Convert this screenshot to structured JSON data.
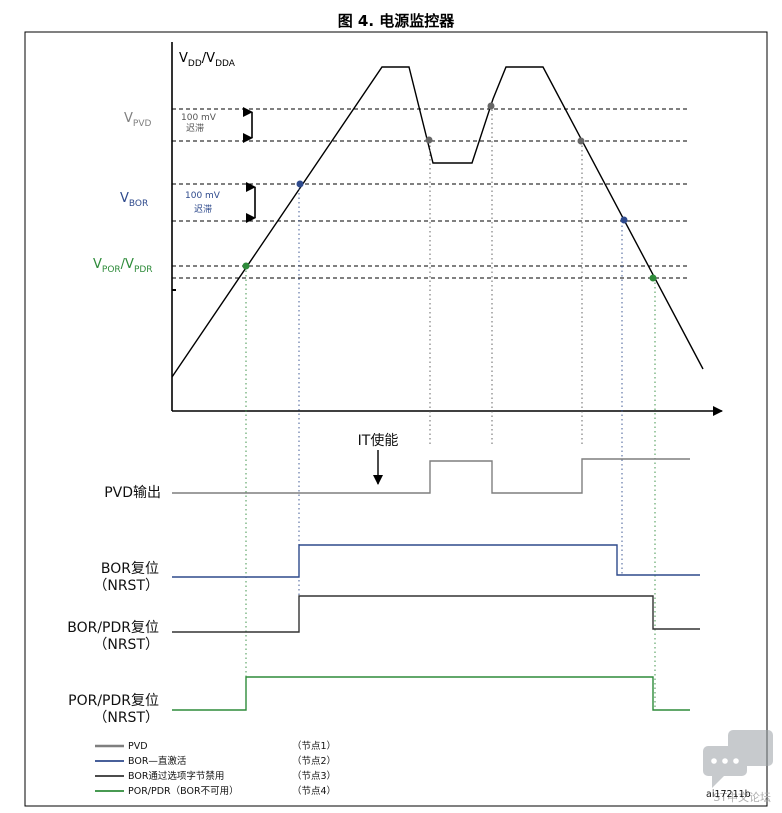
{
  "figure": {
    "title": "图 4. 电源监控器",
    "y_axis_label": {
      "main": "V",
      "sub1": "DD",
      "mid": "/V",
      "sub2": "DDA"
    },
    "levels": {
      "pvd": {
        "main": "V",
        "sub": "PVD",
        "color": "#7f7f7f"
      },
      "bor": {
        "main": "V",
        "sub": "BOR",
        "color": "#2e4a8c"
      },
      "por": {
        "main": "V",
        "sub1": "POR",
        "mid": "/V",
        "sub2": "PDR",
        "color": "#2e8b3a"
      }
    },
    "hysteresis_pvd": {
      "line1": "100 mV",
      "line2": "迟滞"
    },
    "hysteresis_bor": {
      "line1": "100 mV",
      "line2": "迟滞"
    },
    "it_enable": "IT使能",
    "signals": {
      "pvd_out": "PVD输出",
      "bor_reset": {
        "line1": "BOR复位",
        "line2": "（NRST）"
      },
      "bor_pdr_reset": {
        "line1": "BOR/PDR复位",
        "line2": "（NRST）"
      },
      "por_pdr_reset": {
        "line1": "POR/PDR复位",
        "line2": "（NRST）"
      }
    },
    "legend": [
      {
        "label": "PVD",
        "note": "（节点1）",
        "color": "#7f7f7f"
      },
      {
        "label": "BOR—直激活",
        "note": "（节点2）",
        "color": "#2e4a8c"
      },
      {
        "label": "BOR通过选项字节禁用",
        "note": "（节点3）",
        "color": "#333333"
      },
      {
        "label": "POR/PDR（BOR不可用）",
        "note": "（节点4）",
        "color": "#2e8b3a"
      }
    ],
    "figure_id": "ai17211b",
    "watermark": "ST中文论坛"
  }
}
